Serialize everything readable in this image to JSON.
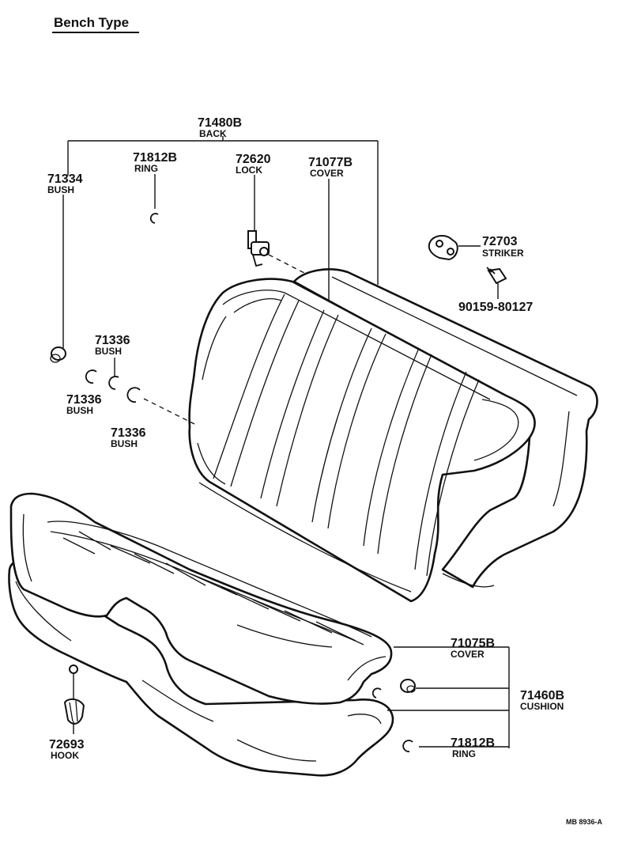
{
  "title": "Bench Type",
  "figure_code": "MB 8936-A",
  "parts": [
    {
      "key": "back",
      "number": "71480B",
      "label": "BACK"
    },
    {
      "key": "ring_top",
      "number": "71812B",
      "label": "RING"
    },
    {
      "key": "bush_top",
      "number": "71334",
      "label": "BUSH"
    },
    {
      "key": "lock",
      "number": "72620",
      "label": "LOCK"
    },
    {
      "key": "cover_back",
      "number": "71077B",
      "label": "COVER"
    },
    {
      "key": "striker",
      "number": "72703",
      "label": "STRIKER"
    },
    {
      "key": "bolt",
      "number": "90159-80127",
      "label": ""
    },
    {
      "key": "bush_a",
      "number": "71336",
      "label": "BUSH"
    },
    {
      "key": "bush_b",
      "number": "71336",
      "label": "BUSH"
    },
    {
      "key": "bush_c",
      "number": "71336",
      "label": "BUSH"
    },
    {
      "key": "cover_cushion",
      "number": "71075B",
      "label": "COVER"
    },
    {
      "key": "cushion",
      "number": "71460B",
      "label": "CUSHION"
    },
    {
      "key": "ring_bottom",
      "number": "71812B",
      "label": "RING"
    },
    {
      "key": "hook",
      "number": "72693",
      "label": "HOOK"
    }
  ]
}
